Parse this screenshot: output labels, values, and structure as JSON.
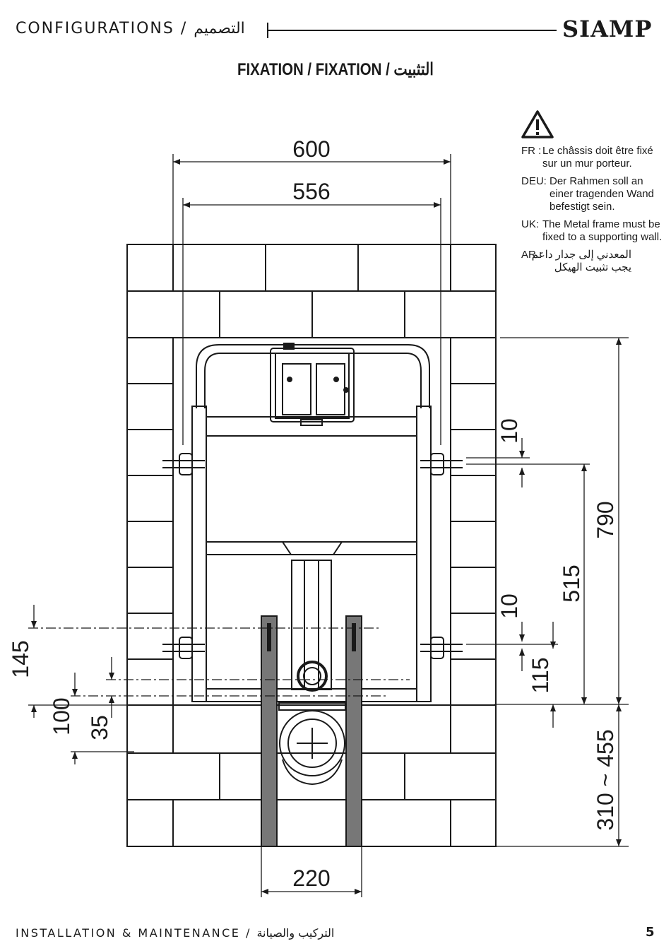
{
  "header": {
    "title": "CONFIGURATIONS / التصميم",
    "logo": "SIAMP"
  },
  "subtitle": "FIXATION / FIXATION / التثبيت",
  "warning_icon": "warning-triangle-icon",
  "notes": [
    {
      "code": "FR :",
      "text": "Le châssis doit être fixé sur un mur porteur."
    },
    {
      "code": "DEU:",
      "text": "Der Rahmen soll an einer tragenden Wand befestigt sein."
    },
    {
      "code": "UK:",
      "text": "The Metal frame must be fixed to a supporting wall."
    },
    {
      "code": "AR :",
      "text": "المعدني إلى جدار داعم يجب تثبيت الهيكل"
    }
  ],
  "dimensions": {
    "d600": "600",
    "d556": "556",
    "d10a": "10",
    "d790": "790",
    "d515": "515",
    "d10b": "10",
    "d115": "115",
    "d145": "145",
    "d100": "100",
    "d35": "35",
    "d310": "310 ~ 455",
    "d220": "220"
  },
  "footer": {
    "label": "INSTALLATION & MAINTENANCE / التركيب والصيانة",
    "page": "5"
  }
}
